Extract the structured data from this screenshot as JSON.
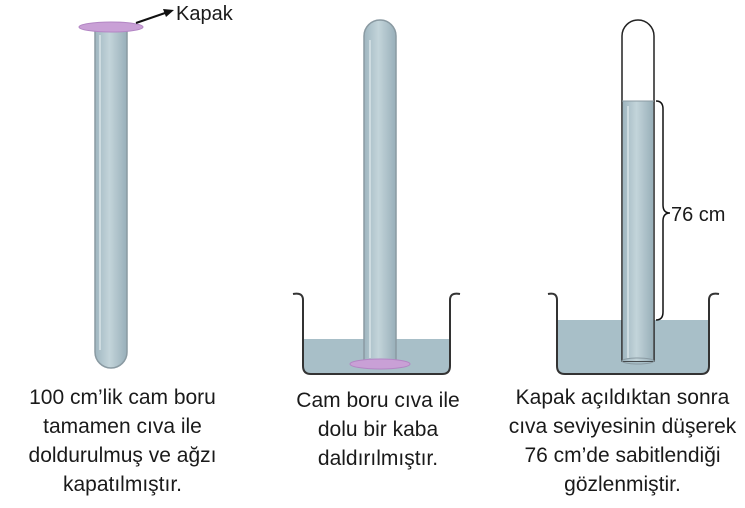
{
  "labels": {
    "cap": "Kapak",
    "height": "76 cm"
  },
  "captions": [
    [
      "100 cm’lik cam boru",
      "tamamen cıva ile",
      "doldurulmuş ve ağzı",
      "kapatılmıştır."
    ],
    [
      "Cam boru cıva ile",
      "dolu bir kaba",
      "daldırılmıştır."
    ],
    [
      "Kapak açıldıktan sonra",
      "cıva seviyesinin düşerek",
      "76 cm’de sabitlendiği",
      "gözlenmiştir."
    ]
  ],
  "colors": {
    "mercury": "#a8bfc8",
    "tube_outline": "#8a9aa2",
    "cap": "#c9a0d6",
    "container": "#333333"
  }
}
